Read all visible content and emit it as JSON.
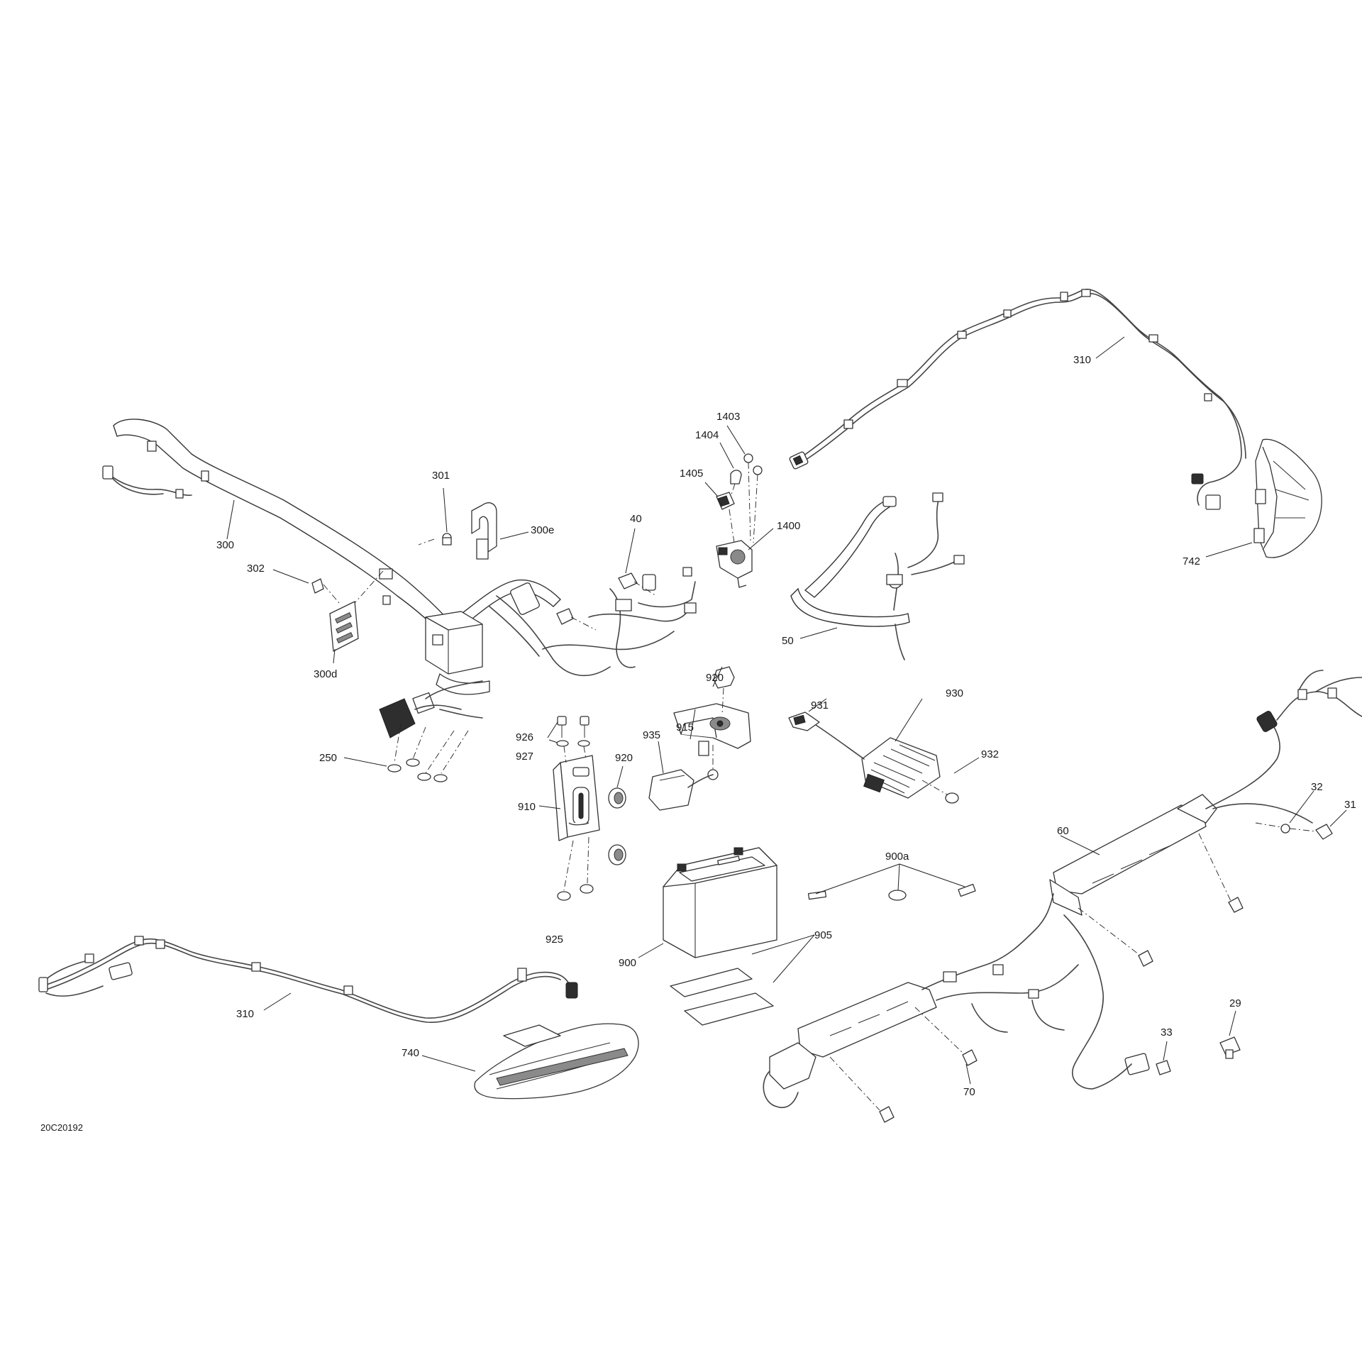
{
  "drawing_code": "20C20192",
  "labels": {
    "l_300": "300",
    "l_301": "301",
    "l_300e": "300e",
    "l_302": "302",
    "l_300d": "300d",
    "l_250": "250",
    "l_40": "40",
    "l_1403": "1403",
    "l_1404": "1404",
    "l_1405": "1405",
    "l_1400": "1400",
    "l_50": "50",
    "l_310_top": "310",
    "l_742": "742",
    "l_920_top": "920",
    "l_915": "915",
    "l_926": "926",
    "l_927": "927",
    "l_920_mid": "920",
    "l_910": "910",
    "l_935": "935",
    "l_925": "925",
    "l_931": "931",
    "l_930": "930",
    "l_932": "932",
    "l_900a": "900a",
    "l_905": "905",
    "l_900": "900",
    "l_60": "60",
    "l_32": "32",
    "l_31": "31",
    "l_310_bottom": "310",
    "l_740": "740",
    "l_70": "70",
    "l_33": "33",
    "l_29": "29"
  }
}
